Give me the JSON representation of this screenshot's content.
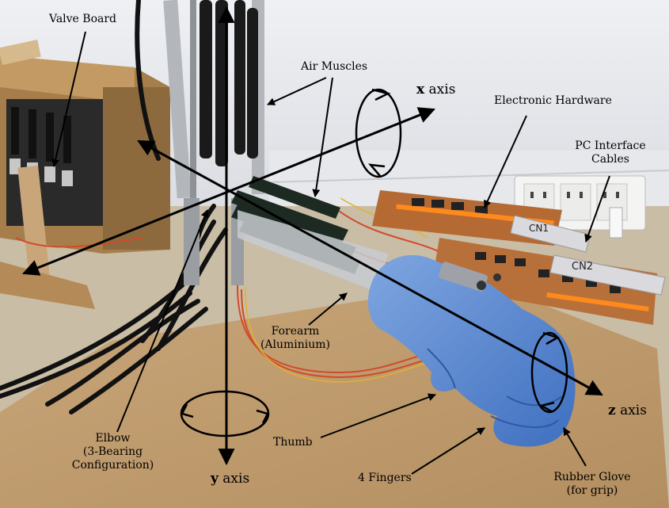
{
  "labels": {
    "valve_board": "Valve Board",
    "air_muscles": "Air Muscles",
    "electronic_hardware": "Electronic Hardware",
    "pc_interface_line1": "PC Interface",
    "pc_interface_line2": "Cables",
    "forearm_line1": "Forearm",
    "forearm_line2": "(Aluminium)",
    "elbow_line1": "Elbow",
    "elbow_line2": "(3-Bearing",
    "elbow_line3": "Configuration)",
    "thumb": "Thumb",
    "four_fingers": "4 Fingers",
    "rubber_glove_line1": "Rubber Glove",
    "rubber_glove_line2": "(for grip)"
  },
  "axes": {
    "x_letter": "x",
    "y_letter": "y",
    "z_letter": "z",
    "axis_word": "axis"
  },
  "connector_labels": {
    "cn1": "CN1",
    "cn2": "CN2"
  }
}
